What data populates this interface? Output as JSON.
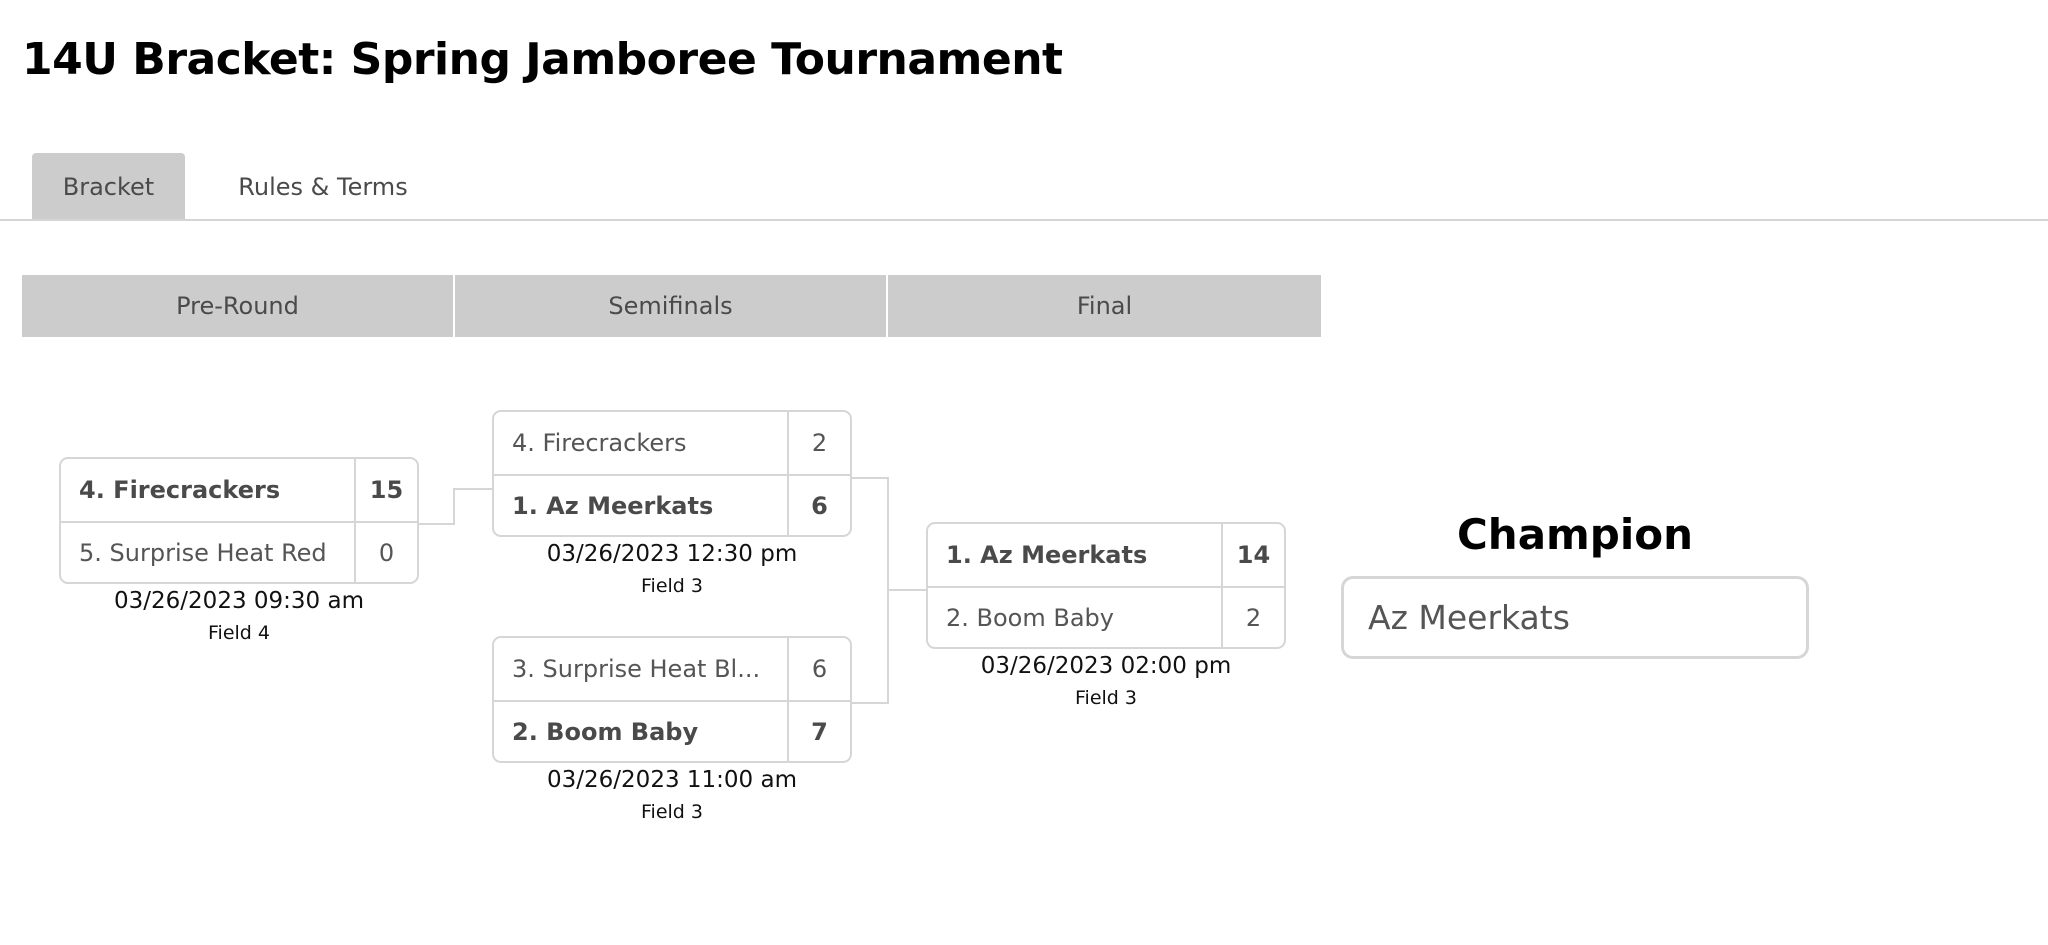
{
  "page": {
    "title": "14U Bracket: Spring Jamboree Tournament"
  },
  "tabs": [
    {
      "label": "Bracket",
      "active": true
    },
    {
      "label": "Rules & Terms",
      "active": false
    }
  ],
  "rounds": [
    {
      "label": "Pre-Round"
    },
    {
      "label": "Semifinals"
    },
    {
      "label": "Final"
    }
  ],
  "matches": {
    "preround": {
      "teams": [
        {
          "name": "4. Firecrackers",
          "score": "15",
          "winner": true
        },
        {
          "name": "5. Surprise Heat Red",
          "score": "0",
          "winner": false
        }
      ],
      "datetime": "03/26/2023 09:30 am",
      "field": "Field 4"
    },
    "semi1": {
      "teams": [
        {
          "name": "4. Firecrackers",
          "score": "2",
          "winner": false
        },
        {
          "name": "1. Az Meerkats",
          "score": "6",
          "winner": true
        }
      ],
      "datetime": "03/26/2023 12:30 pm",
      "field": "Field 3"
    },
    "semi2": {
      "teams": [
        {
          "name": "3. Surprise Heat Bl...",
          "score": "6",
          "winner": false
        },
        {
          "name": "2. Boom Baby",
          "score": "7",
          "winner": true
        }
      ],
      "datetime": "03/26/2023 11:00 am",
      "field": "Field 3"
    },
    "final": {
      "teams": [
        {
          "name": "1. Az Meerkats",
          "score": "14",
          "winner": true
        },
        {
          "name": "2. Boom Baby",
          "score": "2",
          "winner": false
        }
      ],
      "datetime": "03/26/2023 02:00 pm",
      "field": "Field 3"
    }
  },
  "champion": {
    "label": "Champion",
    "name": "Az Meerkats"
  },
  "colors": {
    "header_bg": "#cccccc",
    "border": "#d6d6d6",
    "text": "#4a4a4a",
    "title": "#000000"
  }
}
